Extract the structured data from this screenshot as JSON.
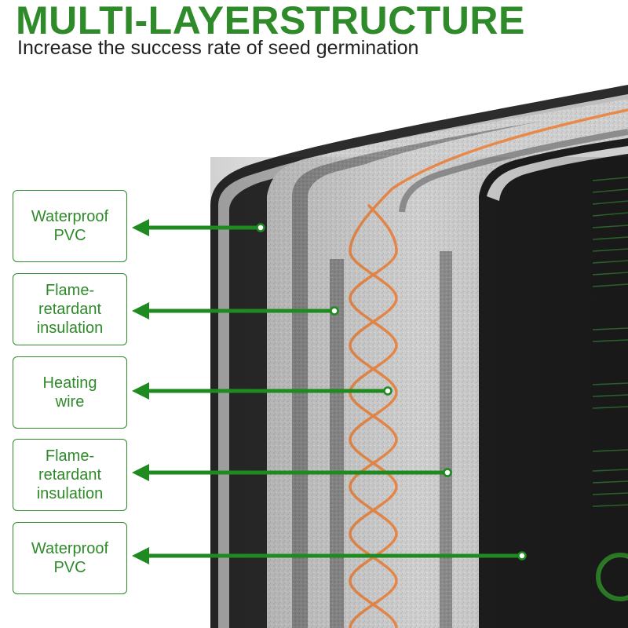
{
  "header": {
    "title": "MULTI-LAYERSTRUCTURE",
    "subtitle": "Increase the success rate of seed germination"
  },
  "layers": [
    {
      "label": "Waterproof\nPVC"
    },
    {
      "label": "Flame-\nretardant\ninsulation"
    },
    {
      "label": "Heating\nwire"
    },
    {
      "label": "Flame-\nretardant\ninsulation"
    },
    {
      "label": "Waterproof\nPVC"
    }
  ],
  "colors": {
    "accent": "#2f8a2a",
    "arrow": "#1f8a1f",
    "wire": "#e8894a"
  }
}
